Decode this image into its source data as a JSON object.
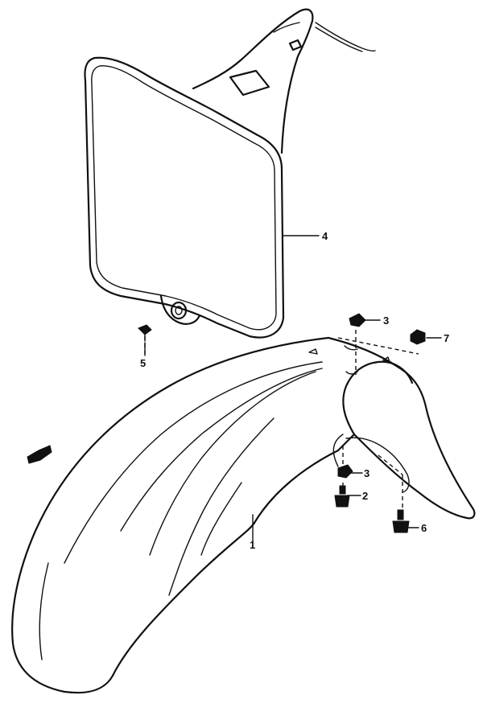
{
  "diagram": {
    "callouts": [
      {
        "id": "c1",
        "label": "1"
      },
      {
        "id": "c2",
        "label": "2"
      },
      {
        "id": "c3a",
        "label": "3"
      },
      {
        "id": "c3b",
        "label": "3"
      },
      {
        "id": "c4",
        "label": "4"
      },
      {
        "id": "c5",
        "label": "5"
      },
      {
        "id": "c6",
        "label": "6"
      },
      {
        "id": "c7",
        "label": "7"
      }
    ],
    "parts": [
      {
        "id": "front-fender",
        "callout": "1"
      },
      {
        "id": "number-plate",
        "callout": "4"
      },
      {
        "id": "bolt",
        "callout": "2"
      },
      {
        "id": "nut-clip",
        "callout": "3"
      },
      {
        "id": "screw",
        "callout": "5"
      },
      {
        "id": "bolt-washer",
        "callout": "6"
      },
      {
        "id": "nut",
        "callout": "7"
      }
    ],
    "line_color": "#111111",
    "background": "#ffffff"
  }
}
